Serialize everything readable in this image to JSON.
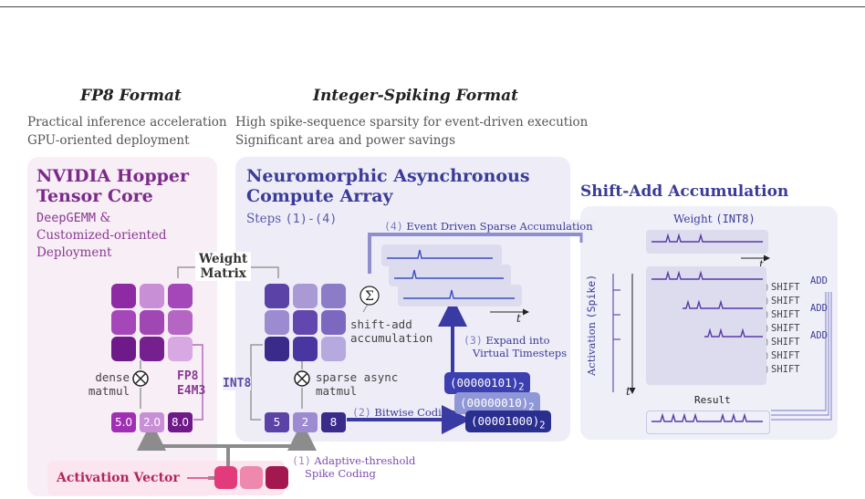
{
  "formats": {
    "fp8": {
      "title": "FP8 Format",
      "desc1": "Practical inference acceleration",
      "desc2": "GPU-oriented deployment"
    },
    "int_spike": {
      "title": "Integer-Spiking Format",
      "desc1": "High spike-sequence sparsity for event-driven execution",
      "desc2": "Significant area and power savings"
    }
  },
  "fp8_panel": {
    "title_line1": "NVIDIA Hopper",
    "title_line2": "Tensor Core",
    "sub_mono": "DeepGEMM",
    "sub_amp": " &",
    "sub_line2": "Customized-oriented",
    "sub_line3": "Deployment",
    "dense_label_1": "dense",
    "dense_label_2": "matmul",
    "fp8_label_1": "FP8",
    "fp8_label_2": "E4M3",
    "values": [
      "5.0",
      "2.0",
      "8.0"
    ]
  },
  "weight_matrix_label_1": "Weight",
  "weight_matrix_label_2": "Matrix",
  "neuro_panel": {
    "title_line1": "Neuromorphic Asynchronous",
    "title_line2": "Compute Array",
    "steps_prefix": "Steps ",
    "steps_mono": "(1)-(4)",
    "int8_label": "INT8",
    "sparse_label_1": "sparse async",
    "sparse_label_2": "matmul",
    "shift_add_1": "shift-add",
    "shift_add_2": "accumulation",
    "values": [
      "5",
      "2",
      "8"
    ],
    "sum_symbol": "Σ",
    "t_label": "t"
  },
  "steps": {
    "s1_num": "(1)",
    "s1_line1": " Adaptive-threshold",
    "s1_line2": "Spike Coding",
    "s2_num": "(2)",
    "s2_text": " Bitwise Coding",
    "s3_num": "(3)",
    "s3_line1": " Expand into",
    "s3_line2": "Virtual Timesteps",
    "s4_num": "(4)",
    "s4_text": " Event Driven Sparse Accumulation"
  },
  "binaries": [
    {
      "digits": "(00000101)",
      "sub": "2"
    },
    {
      "digits": "(00000010)",
      "sub": "2"
    },
    {
      "digits": "(00001000)",
      "sub": "2"
    }
  ],
  "shift_panel": {
    "title": "Shift-Add Accumulation",
    "weight_label": "Weight ",
    "weight_mono": "(INT8)",
    "activation_label": "Activation ",
    "activation_mono": "(Spike)",
    "result_label": "Result",
    "t_label": "t",
    "shift_labels": [
      "SHIFT",
      "SHIFT",
      "SHIFT",
      "SHIFT",
      "SHIFT",
      "SHIFT",
      "SHIFT"
    ],
    "add_labels": [
      "ADD",
      "ADD",
      "ADD"
    ]
  },
  "activation_vector_label": "Activation Vector",
  "colors": {
    "fp8_purple": "#7b2a8a",
    "neuro_blue": "#3b3b9a",
    "spike_blue": "#3a4cc4",
    "arrow_gray": "#8c8c8c"
  }
}
